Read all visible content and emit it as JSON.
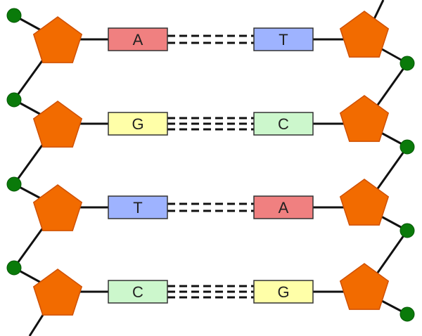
{
  "colors": {
    "A": "#f08080",
    "T": "#9eb3ff",
    "G": "#ffffa8",
    "C": "#ccf7cc",
    "sugar": "#f26b00",
    "sugar_outline": "#d05000",
    "phosphate": "#0a7a0a",
    "bond": "#111111"
  },
  "pairs": [
    {
      "left": "A",
      "right": "T",
      "hbonds": 2
    },
    {
      "left": "G",
      "right": "C",
      "hbonds": 3
    },
    {
      "left": "T",
      "right": "A",
      "hbonds": 2
    },
    {
      "left": "C",
      "right": "G",
      "hbonds": 3
    }
  ]
}
